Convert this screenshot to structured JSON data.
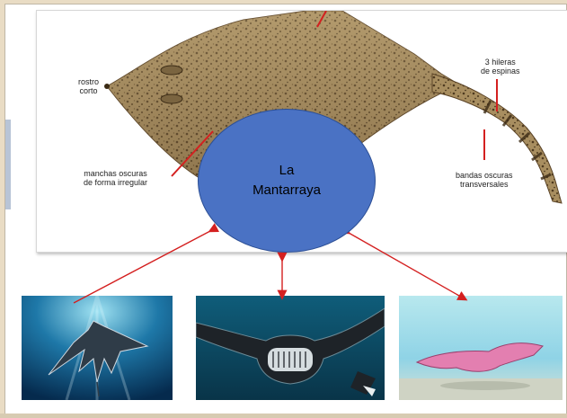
{
  "diagram": {
    "center_node": {
      "line1": "La",
      "line2": "Mantarraya"
    },
    "annotations": {
      "snout": {
        "line1": "rostro",
        "line2": "corto"
      },
      "spines": {
        "line1": "3 hileras",
        "line2": "de espinas"
      },
      "spots": {
        "line1": "manchas oscuras",
        "line2": "de forma irregular"
      },
      "bands": {
        "line1": "bandas oscuras",
        "line2": "transversales"
      }
    },
    "photos": [
      {
        "name": "manta-from-below",
        "icon": "manta-silhouette"
      },
      {
        "name": "manta-front-mouth",
        "icon": "manta-front"
      },
      {
        "name": "pink-manta-seabed",
        "icon": "pink-manta"
      }
    ]
  },
  "colors": {
    "circle_fill": "#4a72c4",
    "arrow": "#d42020",
    "ray_body": "#9c8458",
    "ocean_dark": "#0b3f6e",
    "ocean_light": "#8fd3e6"
  }
}
